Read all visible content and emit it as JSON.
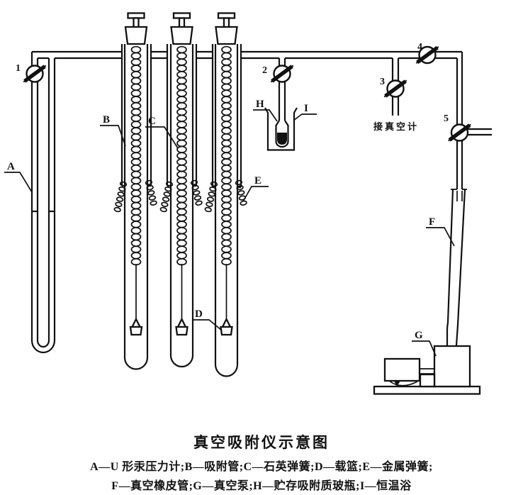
{
  "colors": {
    "ink": "#111111",
    "background": "#ffffff"
  },
  "diagram": {
    "valve_labels": {
      "v1": "1",
      "v2": "2",
      "v3": "3",
      "v4": "4",
      "v5": "5"
    },
    "part_labels": {
      "a": "A",
      "b": "B",
      "c": "C",
      "d": "D",
      "e": "E",
      "f": "F",
      "g": "G",
      "h": "H",
      "i": "I"
    },
    "annotations": {
      "vacuum_gauge": "接真空计"
    }
  },
  "caption": {
    "title": "真空吸附仪示意图",
    "legend_line1": "A—U 形汞压力计;B—吸附管;C—石英弹簧;D—载篮;E—金属弹簧;",
    "legend_line2": "F—真空橡皮管;G—真空泵;H—贮存吸附质玻瓶;I—恒温浴"
  }
}
